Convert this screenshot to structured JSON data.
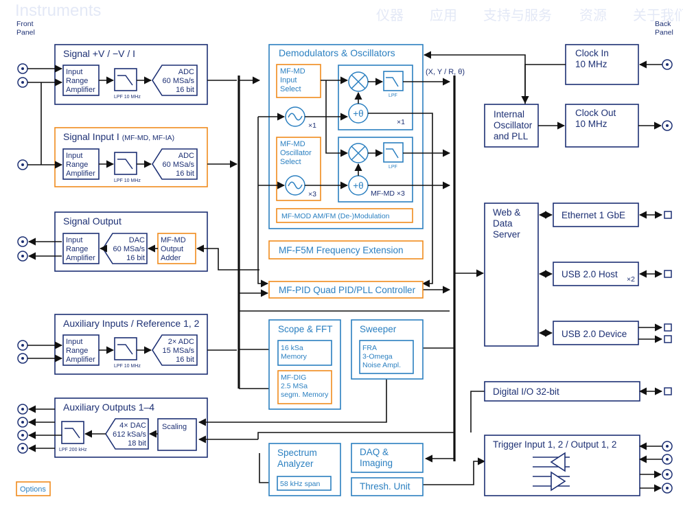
{
  "background": {
    "title": "Instruments",
    "nav": [
      "仪器",
      "应用",
      "支持与服务",
      "资源",
      "关于我们"
    ]
  },
  "panels": {
    "front": "Front\nPanel",
    "back": "Back\nPanel"
  },
  "blocks": {
    "signal_vvi": {
      "title": "Signal +V / −V / I",
      "amp": "Input\nRange\nAmplifier",
      "lpf": "LPF 10 MHz",
      "adc": "ADC\n60 MSa/s\n16 bit"
    },
    "signal_input_i": {
      "title": "Signal Input I",
      "title_suffix": "(MF-MD, MF-IA)",
      "amp": "Input\nRange\nAmplifier",
      "lpf": "LPF 10 MHz",
      "adc": "ADC\n60 MSa/s\n16 bit"
    },
    "signal_output": {
      "title": "Signal Output",
      "amp": "Input\nRange\nAmplifier",
      "dac": "DAC\n60 MSa/s\n16 bit",
      "adder": "MF-MD\nOutput\nAdder"
    },
    "aux_inputs": {
      "title": "Auxiliary Inputs / Reference 1, 2",
      "amp": "Input\nRange\nAmplifier",
      "lpf": "LPF 10 MHz",
      "adc": "2× ADC\n15 MSa/s\n16 bit"
    },
    "aux_outputs": {
      "title": "Auxiliary Outputs 1–4",
      "lpf": "LPF 200 kHz",
      "dac": "4× DAC\n612 kSa/s\n18 bit",
      "scaling": "Scaling"
    },
    "demod": {
      "title": "Demodulators & Oscillators",
      "input_select": "MF-MD\nInput\nSelect",
      "osc_select": "MF-MD\nOscillator\nSelect",
      "lpf": "LPF",
      "phase": "+θ",
      "x1": "×1",
      "x3": "×3",
      "mfmd_x3": "MF-MD ×3",
      "output": "(X, Y / R, θ)",
      "mod": "MF-MOD AM/FM (De-)Modulation"
    },
    "f5m": {
      "title": "MF-F5M Frequency Extension"
    },
    "pid": {
      "title": "MF-PID Quad PID/PLL Controller"
    },
    "scope": {
      "title": "Scope & FFT",
      "mem": "16 kSa\nMemory",
      "dig": "MF-DIG\n2.5 MSa\nsegm. Memory"
    },
    "sweeper": {
      "title": "Sweeper",
      "sub": "FRA\n3-Omega\nNoise Ampl."
    },
    "spectrum": {
      "title": "Spectrum\nAnalyzer",
      "span": "58 kHz span"
    },
    "daq": {
      "title": "DAQ &\nImaging"
    },
    "thresh": {
      "title": "Thresh. Unit"
    },
    "osc_pll": {
      "title": "Internal\nOscillator\nand PLL"
    },
    "clock_in": {
      "title": "Clock In\n10 MHz"
    },
    "clock_out": {
      "title": "Clock Out\n10 MHz"
    },
    "web": {
      "title": "Web &\nData\nServer"
    },
    "ethernet": {
      "title": "Ethernet 1 GbE"
    },
    "usb_host": {
      "title": "USB 2.0 Host",
      "count": "×2"
    },
    "usb_device": {
      "title": "USB 2.0 Device"
    },
    "dio": {
      "title": "Digital I/O 32-bit"
    },
    "trigger": {
      "title": "Trigger Input 1, 2 / Output 1, 2"
    }
  },
  "legend": {
    "options": "Options"
  },
  "colors": {
    "standard": "#1c2f73",
    "option": "#f08a1c",
    "module": "#2a7fc0"
  }
}
